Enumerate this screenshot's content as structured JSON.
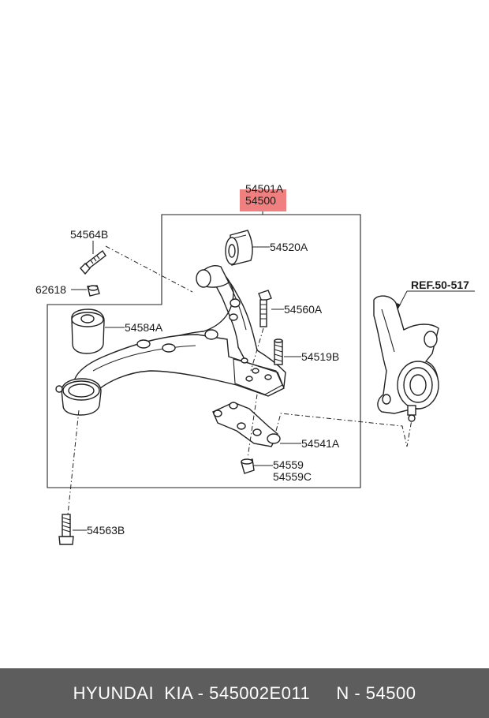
{
  "callouts": {
    "assembly_upper": "54501A",
    "assembly_lower": "54500",
    "bolt_upper": "54564B",
    "nut_small": "62618",
    "bushing_rear": "54520A",
    "bolt_ball_joint": "54560A",
    "bushing_front": "54584A",
    "stud": "54519B",
    "ball_joint": "54541A",
    "nut_a": "54559",
    "nut_b": "54559C",
    "bolt_lower": "54563B",
    "reference": "REF.50-517"
  },
  "highlight_color": "#f08080",
  "footer": {
    "text": "HYUNDAI  KIA - 545002E011     N - 54500"
  }
}
